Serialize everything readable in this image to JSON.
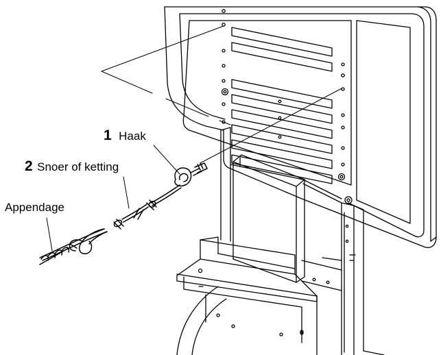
{
  "labels": {
    "hook": {
      "number": "1",
      "text": "Haak"
    },
    "cord": {
      "number": "2",
      "text": "Snoer of ketting"
    },
    "attachment": {
      "text": "Appendage"
    }
  },
  "colors": {
    "line": "#000000",
    "background": "#ffffff"
  }
}
